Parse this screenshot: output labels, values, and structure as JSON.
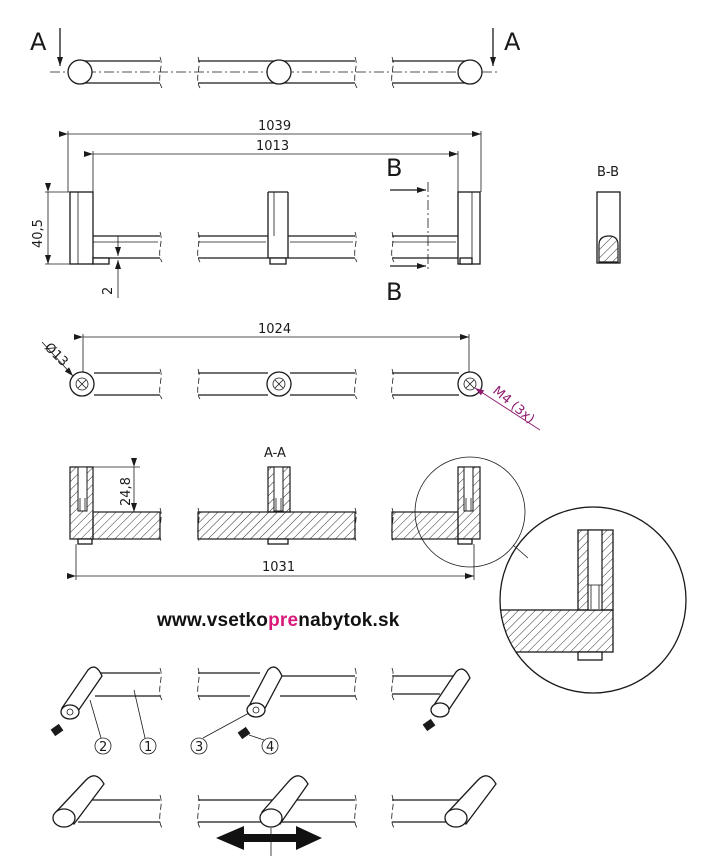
{
  "colors": {
    "line": "#1a1a1a",
    "accent": "#d9197a",
    "thread_callout": "#8e1b6e",
    "hatch": "#1a1a1a"
  },
  "section_labels": {
    "A_left": "A",
    "A_right": "A",
    "B_top": "B",
    "B_bottom": "B",
    "B_B": "B-B",
    "A_A": "A-A"
  },
  "dimensions": {
    "d1039": "1039",
    "d1013": "1013",
    "d40_5": "40,5",
    "d2": "2",
    "d1024": "1024",
    "dia13": "Ø13",
    "m4": "M4 (3x)",
    "d24_8": "24,8",
    "d1031": "1031"
  },
  "website": {
    "before": "www.vsetko",
    "highlight": "pre",
    "after": "nabytok.sk"
  },
  "part_numbers": [
    "2",
    "1",
    "3",
    "4"
  ]
}
